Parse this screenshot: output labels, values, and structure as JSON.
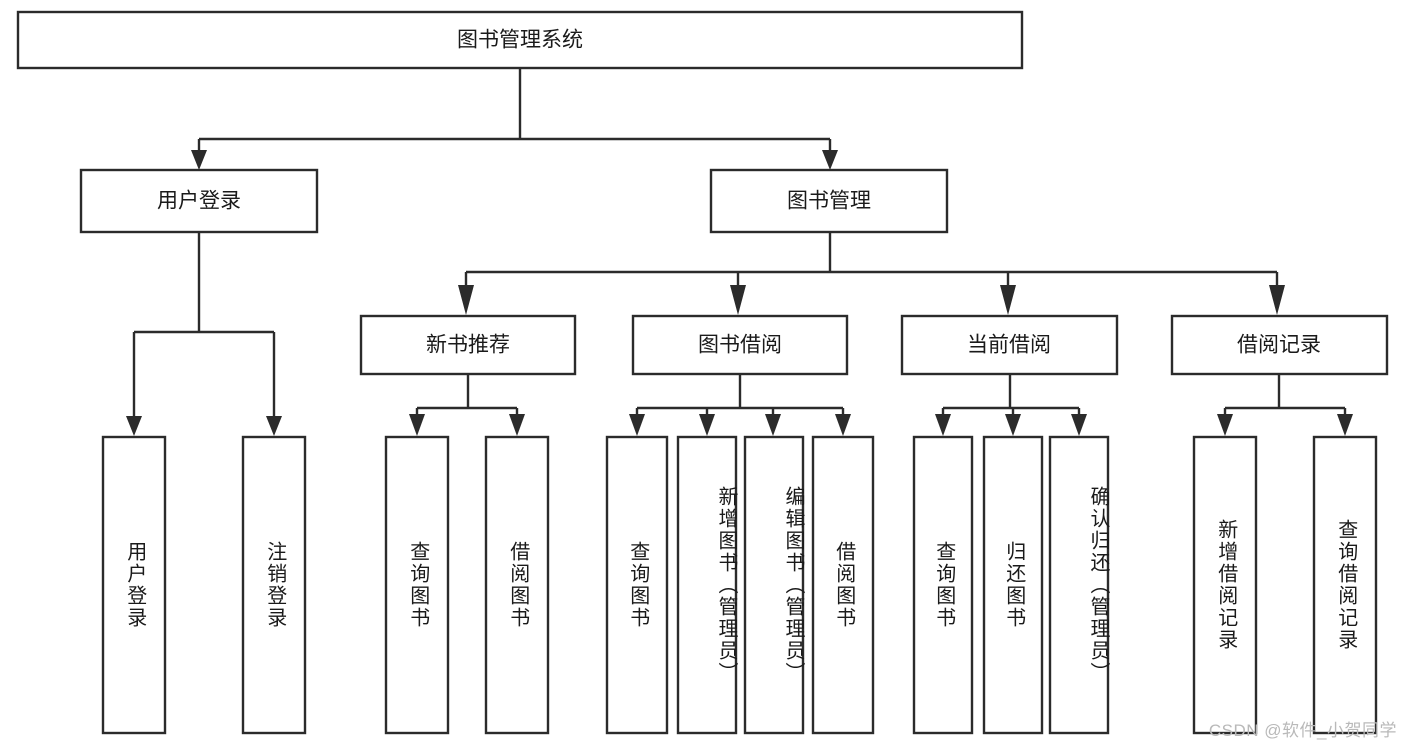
{
  "diagram": {
    "type": "tree-hierarchy-chart",
    "title": "图书管理系统",
    "colors": {
      "stroke": "#2b2b2b",
      "box_fill": "#ffffff",
      "text": "#1a1a1a",
      "background": "#ffffff",
      "watermark": "#b9b9b9"
    },
    "root": {
      "label": "图书管理系统",
      "orientation": "horizontal"
    },
    "level2": [
      {
        "label": "用户登录",
        "orientation": "horizontal"
      },
      {
        "label": "图书管理",
        "orientation": "horizontal"
      }
    ],
    "level3": [
      {
        "label": "新书推荐",
        "orientation": "horizontal"
      },
      {
        "label": "图书借阅",
        "orientation": "horizontal"
      },
      {
        "label": "当前借阅",
        "orientation": "horizontal"
      },
      {
        "label": "借阅记录",
        "orientation": "horizontal"
      }
    ],
    "leaves": {
      "user_login": [
        {
          "label": "用户登录",
          "orientation": "vertical"
        },
        {
          "label": "注销登录",
          "orientation": "vertical"
        }
      ],
      "new_book_recommend": [
        {
          "label": "查询图书",
          "orientation": "vertical"
        },
        {
          "label": "借阅图书",
          "orientation": "vertical"
        }
      ],
      "book_borrow": [
        {
          "label": "查询图书",
          "orientation": "vertical"
        },
        {
          "label": "新增图书（管理员）",
          "orientation": "vertical"
        },
        {
          "label": "编辑图书（管理员）",
          "orientation": "vertical"
        },
        {
          "label": "借阅图书",
          "orientation": "vertical"
        }
      ],
      "current_borrow": [
        {
          "label": "查询图书",
          "orientation": "vertical"
        },
        {
          "label": "归还图书",
          "orientation": "vertical"
        },
        {
          "label": "确认归还（管理员）",
          "orientation": "vertical"
        }
      ],
      "borrow_record": [
        {
          "label": "新增借阅记录",
          "orientation": "vertical"
        },
        {
          "label": "查询借阅记录",
          "orientation": "vertical"
        }
      ]
    }
  },
  "watermark": {
    "text": "CSDN @软件_小贺同学"
  }
}
